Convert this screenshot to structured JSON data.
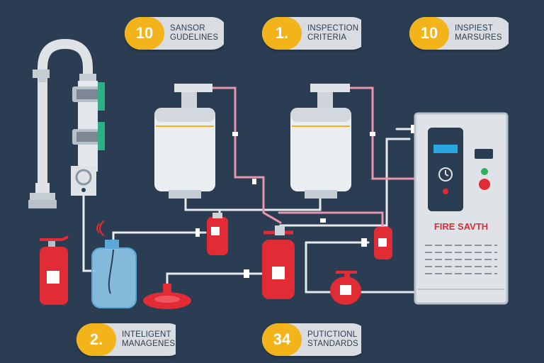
{
  "colors": {
    "background": "#2b3d52",
    "accent": "#f2b31b",
    "fire_red": "#e12b35",
    "pipe_pink": "#e796ad",
    "pipe_white": "#e6e9ee",
    "panel": "#dfe3e8",
    "screen_blue": "#2aa6e0"
  },
  "badges": [
    {
      "number": "10",
      "line1": "SANSOR",
      "line2": "GUDELINES"
    },
    {
      "number": "1.",
      "line1": "INSPECTION",
      "line2": "CRITERIA"
    },
    {
      "number": "10",
      "line1": "INSPIEST",
      "line2": "MARSURES"
    },
    {
      "number": "2.",
      "line1": "INTELIGENT",
      "line2": "MANAGENES"
    },
    {
      "number": "34",
      "line1": "PUTICTIONL",
      "line2": "STANDARDS"
    }
  ],
  "panel": {
    "label": "FIRE SAVTH"
  },
  "icons": {
    "gauge": "gauge-icon",
    "signal": "wireless-signal-icon"
  }
}
